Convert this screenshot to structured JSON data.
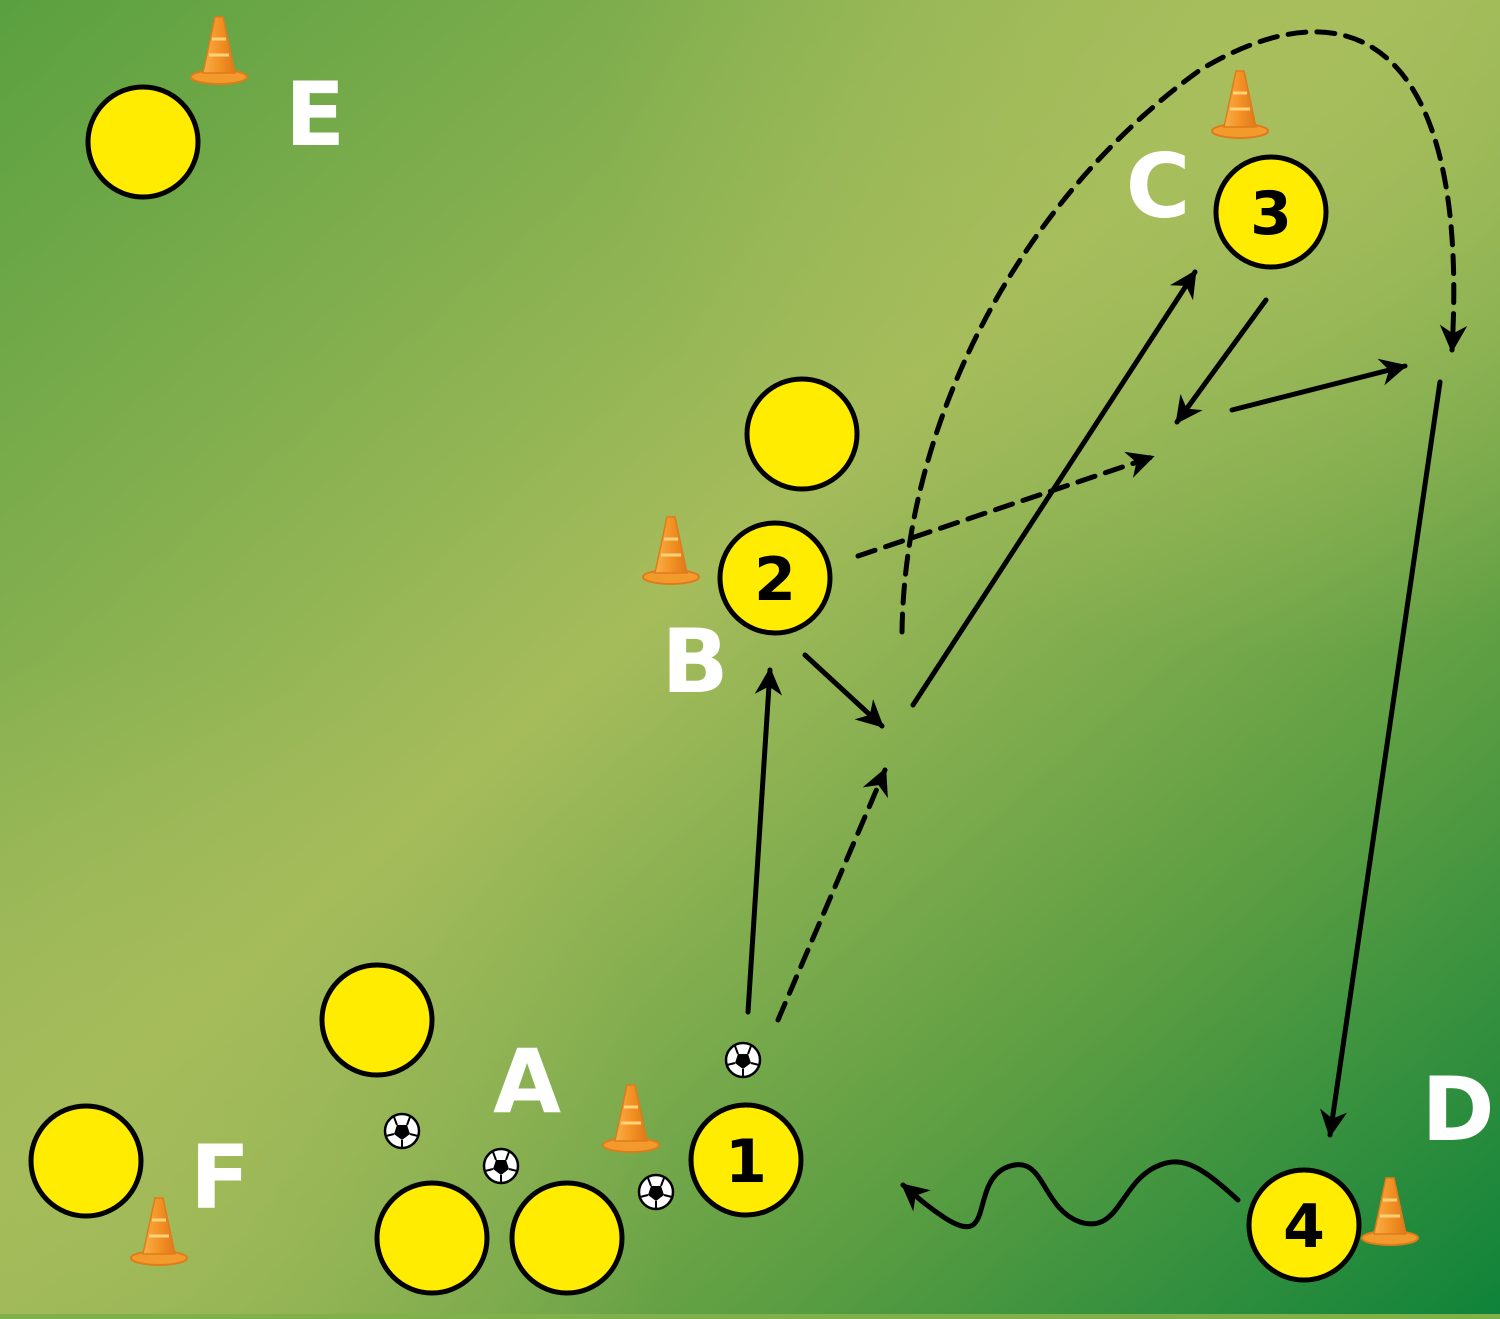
{
  "colors": {
    "pitch_dark": "#1b8a3a",
    "pitch_mid": "#5da341",
    "pitch_light": "#a7bd5c",
    "player": "#ffec00",
    "cone": "#f39a2c",
    "line": "#000000",
    "label": "#ffffff"
  },
  "stations": {
    "a": "A",
    "b": "B",
    "c": "C",
    "d": "D",
    "e": "E",
    "f": "F"
  },
  "players": {
    "p1": "1",
    "p2": "2",
    "p3": "3",
    "p4": "4"
  },
  "icons": {
    "player": "player-disc",
    "cone": "training-cone",
    "ball": "soccer-ball",
    "pass": "solid-arrow",
    "run": "dashed-arrow",
    "dribble": "wavy-arrow"
  }
}
